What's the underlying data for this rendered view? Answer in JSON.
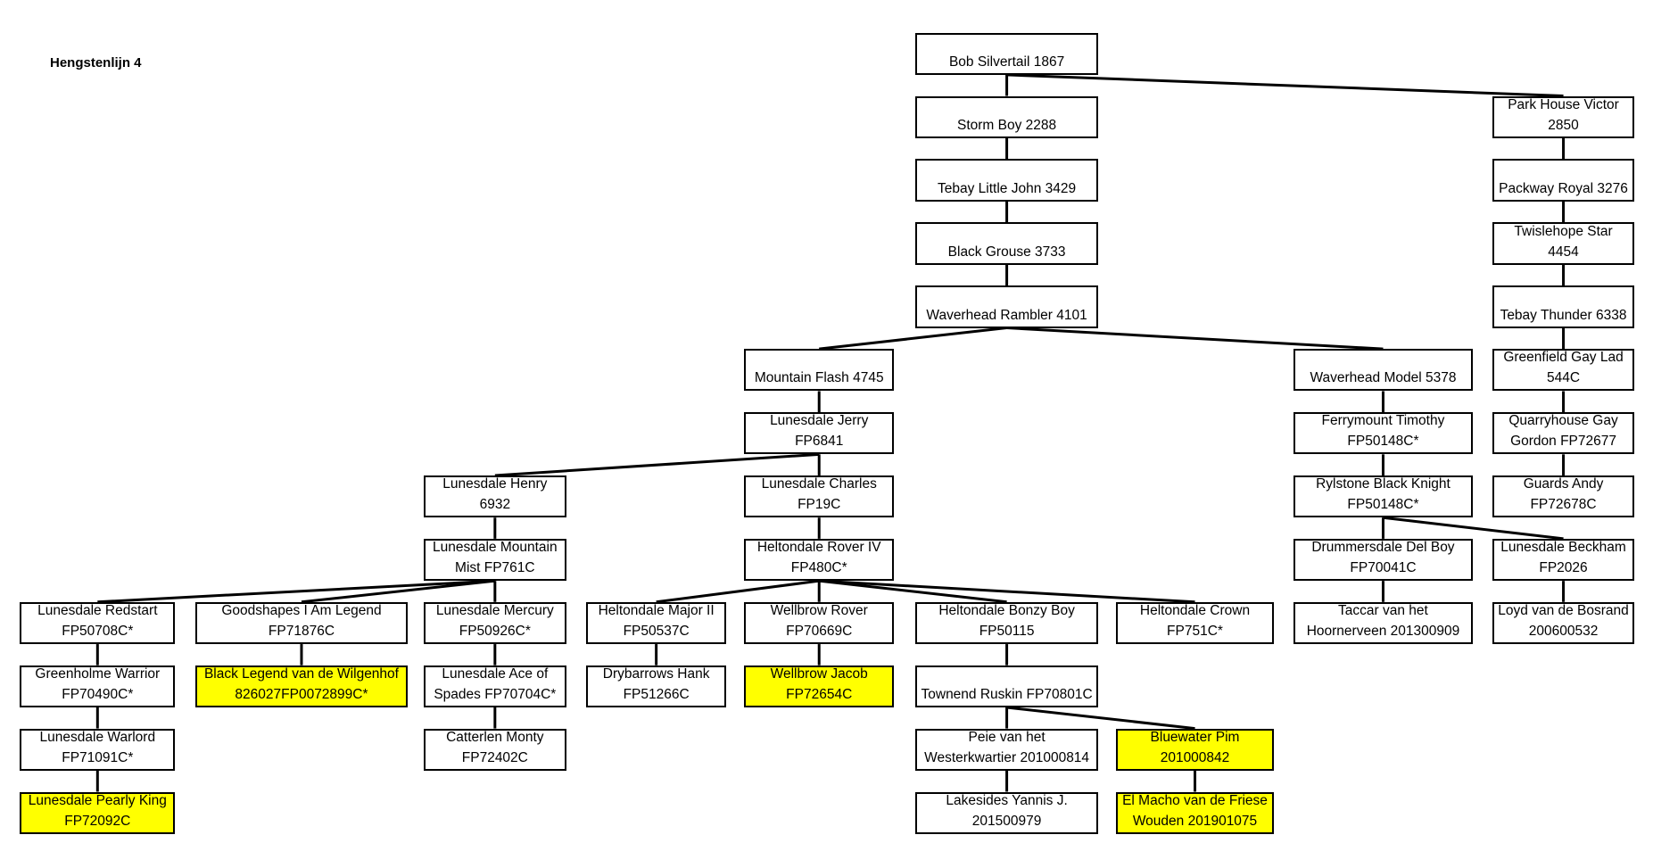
{
  "title": "Hengstenlijn 4",
  "colors": {
    "highlight": "#ffff00",
    "border": "#000000"
  },
  "nodes": [
    {
      "id": "bob",
      "lines": [
        "Bob Silvertail 1867"
      ]
    },
    {
      "id": "storm",
      "lines": [
        "Storm Boy 2288"
      ]
    },
    {
      "id": "tebaylj",
      "lines": [
        "Tebay Little John 3429"
      ]
    },
    {
      "id": "grouse",
      "lines": [
        "Black Grouse 3733"
      ]
    },
    {
      "id": "rambler",
      "lines": [
        "Waverhead Rambler 4101"
      ]
    },
    {
      "id": "mflash",
      "lines": [
        "Mountain Flash 4745"
      ]
    },
    {
      "id": "wmodel",
      "lines": [
        "Waverhead Model 5378"
      ]
    },
    {
      "id": "ljerry",
      "lines": [
        "Lunesdale Jerry",
        "FP6841"
      ]
    },
    {
      "id": "lhenry",
      "lines": [
        "Lunesdale Henry",
        "6932"
      ]
    },
    {
      "id": "lcharles",
      "lines": [
        "Lunesdale Charles",
        "FP19C"
      ]
    },
    {
      "id": "lmist",
      "lines": [
        "Lunesdale Mountain",
        "Mist FP761C"
      ]
    },
    {
      "id": "hrover",
      "lines": [
        "Heltondale Rover IV",
        "FP480C*"
      ]
    },
    {
      "id": "lredstart",
      "lines": [
        "Lunesdale Redstart",
        "FP50708C*"
      ]
    },
    {
      "id": "goodshapes",
      "lines": [
        "Goodshapes I Am Legend",
        "FP71876C"
      ]
    },
    {
      "id": "lmercury",
      "lines": [
        "Lunesdale Mercury",
        "FP50926C*"
      ]
    },
    {
      "id": "hmajor",
      "lines": [
        "Heltondale Major II",
        "FP50537C"
      ]
    },
    {
      "id": "wrover",
      "lines": [
        "Wellbrow Rover",
        "FP70669C"
      ]
    },
    {
      "id": "hbonzy",
      "lines": [
        "Heltondale Bonzy Boy",
        "FP50115"
      ]
    },
    {
      "id": "hcrown",
      "lines": [
        "Heltondale Crown",
        "FP751C*"
      ]
    },
    {
      "id": "gwarrior",
      "lines": [
        "Greenholme Warrior",
        "FP70490C*"
      ]
    },
    {
      "id": "blegend",
      "lines": [
        "Black Legend van de Wilgenhof",
        "826027FP0072899C*"
      ],
      "highlight": true
    },
    {
      "id": "lace",
      "lines": [
        "Lunesdale Ace of",
        "Spades FP70704C*"
      ]
    },
    {
      "id": "drybarrows",
      "lines": [
        "Drybarrows Hank",
        "FP51266C"
      ]
    },
    {
      "id": "wjacob",
      "lines": [
        "Wellbrow Jacob",
        "FP72654C"
      ],
      "highlight": true
    },
    {
      "id": "truskin",
      "lines": [
        "Townend Ruskin FP70801C"
      ]
    },
    {
      "id": "lwarlord",
      "lines": [
        "Lunesdale Warlord",
        "FP71091C*"
      ]
    },
    {
      "id": "catterlen",
      "lines": [
        "Catterlen Monty",
        "FP72402C"
      ]
    },
    {
      "id": "peie",
      "lines": [
        "Peie van het",
        "Westerkwartier 201000814"
      ]
    },
    {
      "id": "bpim",
      "lines": [
        "Bluewater Pim",
        "201000842"
      ],
      "highlight": true
    },
    {
      "id": "lpearly",
      "lines": [
        "Lunesdale Pearly King",
        "FP72092C"
      ],
      "highlight": true
    },
    {
      "id": "lyannis",
      "lines": [
        "Lakesides Yannis J.",
        "201500979"
      ]
    },
    {
      "id": "elmacho",
      "lines": [
        "El Macho van de Friese",
        "Wouden 201901075"
      ],
      "highlight": true
    },
    {
      "id": "phvictor",
      "lines": [
        "Park House Victor",
        "2850"
      ]
    },
    {
      "id": "packway",
      "lines": [
        "Packway Royal 3276"
      ]
    },
    {
      "id": "twislehope",
      "lines": [
        "Twislehope Star",
        "4454"
      ]
    },
    {
      "id": "tthunder",
      "lines": [
        "Tebay Thunder 6338"
      ]
    },
    {
      "id": "ggaylad",
      "lines": [
        "Greenfield Gay Lad",
        "544C"
      ]
    },
    {
      "id": "qgordon",
      "lines": [
        "Quarryhouse Gay",
        "Gordon FP72677"
      ]
    },
    {
      "id": "gandy",
      "lines": [
        "Guards Andy",
        "FP72678C"
      ]
    },
    {
      "id": "ftimothy",
      "lines": [
        "Ferrymount Timothy",
        "FP50148C*"
      ]
    },
    {
      "id": "rknight",
      "lines": [
        "Rylstone Black Knight",
        "FP50148C*"
      ]
    },
    {
      "id": "drummersdale",
      "lines": [
        "Drummersdale Del Boy",
        "FP70041C"
      ]
    },
    {
      "id": "lbeckham",
      "lines": [
        "Lunesdale Beckham",
        "FP2026"
      ]
    },
    {
      "id": "taccar",
      "lines": [
        "Taccar van het",
        "Hoornerveen 201300909"
      ]
    },
    {
      "id": "loyd",
      "lines": [
        "Loyd van de Bosrand",
        "200600532"
      ]
    }
  ],
  "edges": [
    [
      "bob",
      "storm"
    ],
    [
      "bob",
      "phvictor"
    ],
    [
      "storm",
      "tebaylj"
    ],
    [
      "tebaylj",
      "grouse"
    ],
    [
      "grouse",
      "rambler"
    ],
    [
      "rambler",
      "mflash"
    ],
    [
      "rambler",
      "wmodel"
    ],
    [
      "mflash",
      "ljerry"
    ],
    [
      "ljerry",
      "lhenry"
    ],
    [
      "ljerry",
      "lcharles"
    ],
    [
      "lhenry",
      "lmist"
    ],
    [
      "lcharles",
      "hrover"
    ],
    [
      "lmist",
      "lredstart"
    ],
    [
      "lmist",
      "goodshapes"
    ],
    [
      "lmist",
      "lmercury"
    ],
    [
      "hrover",
      "hmajor"
    ],
    [
      "hrover",
      "wrover"
    ],
    [
      "hrover",
      "hbonzy"
    ],
    [
      "hrover",
      "hcrown"
    ],
    [
      "lredstart",
      "gwarrior"
    ],
    [
      "goodshapes",
      "blegend"
    ],
    [
      "lmercury",
      "lace"
    ],
    [
      "hmajor",
      "drybarrows"
    ],
    [
      "wrover",
      "wjacob"
    ],
    [
      "hbonzy",
      "truskin"
    ],
    [
      "gwarrior",
      "lwarlord"
    ],
    [
      "lace",
      "catterlen"
    ],
    [
      "truskin",
      "peie"
    ],
    [
      "truskin",
      "bpim"
    ],
    [
      "lwarlord",
      "lpearly"
    ],
    [
      "peie",
      "lyannis"
    ],
    [
      "bpim",
      "elmacho"
    ],
    [
      "phvictor",
      "packway"
    ],
    [
      "packway",
      "twislehope"
    ],
    [
      "twislehope",
      "tthunder"
    ],
    [
      "tthunder",
      "ggaylad"
    ],
    [
      "ggaylad",
      "qgordon"
    ],
    [
      "qgordon",
      "gandy"
    ],
    [
      "wmodel",
      "ftimothy"
    ],
    [
      "ftimothy",
      "rknight"
    ],
    [
      "rknight",
      "drummersdale"
    ],
    [
      "rknight",
      "lbeckham"
    ],
    [
      "drummersdale",
      "taccar"
    ],
    [
      "lbeckham",
      "loyd"
    ]
  ]
}
